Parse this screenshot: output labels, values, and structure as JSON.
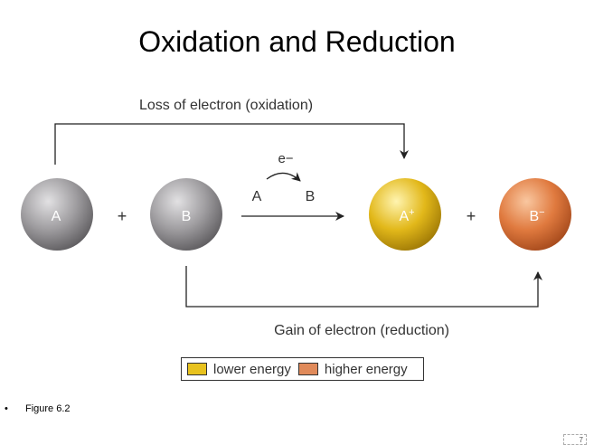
{
  "slide": {
    "title": "Oxidation and Reduction",
    "bullet": "Figure 6.2",
    "page_number": "7"
  },
  "diagram": {
    "oxidation_label": "Loss of electron (oxidation)",
    "reduction_label": "Gain of electron (reduction)",
    "transfer": {
      "electron": "e−",
      "from": "A",
      "to": "B"
    },
    "reactants": [
      {
        "label": "A",
        "color": "#8f8d8f"
      },
      {
        "label": "B",
        "color": "#8f8d8f"
      }
    ],
    "products": [
      {
        "label": "A",
        "superscript": "+",
        "color": "#e2b81a"
      },
      {
        "label": "B",
        "superscript": "−",
        "color": "#e07a3f"
      }
    ],
    "plus_sign": "+"
  },
  "legend": {
    "items": [
      {
        "label": "lower energy",
        "color": "#e8c21e"
      },
      {
        "label": "higher energy",
        "color": "#e08a5a"
      }
    ]
  }
}
